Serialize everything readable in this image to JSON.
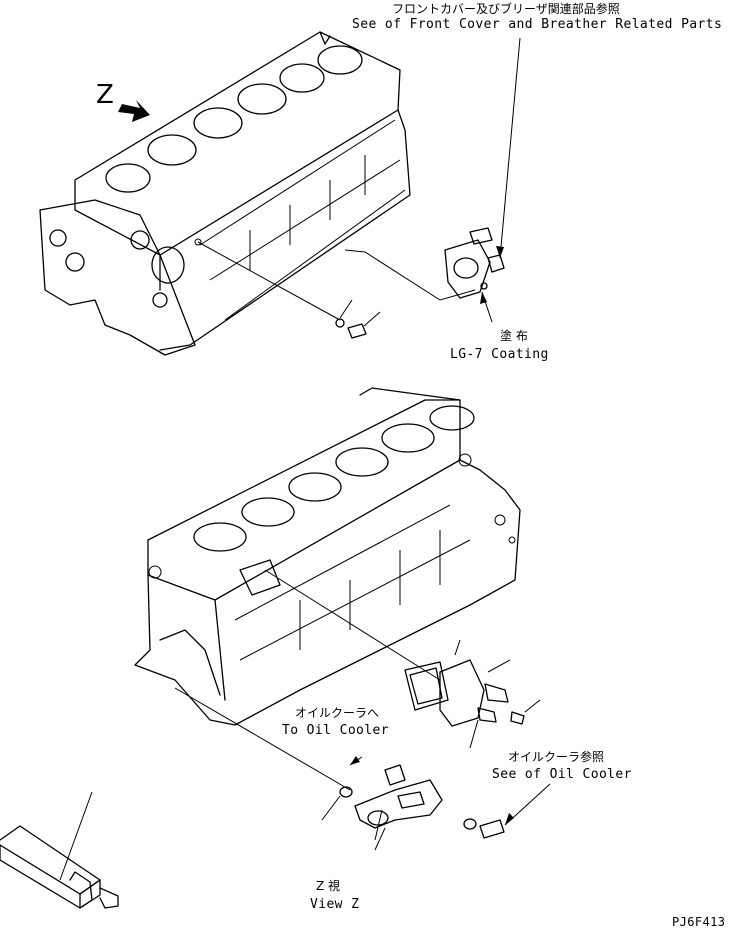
{
  "labels": {
    "front_cover_jp": "フロントカバー及びブリーザ関連部品参照",
    "front_cover_en": "See of Front Cover and Breather Related Parts",
    "z_mark": "Z",
    "coating_jp": "塗 布",
    "coating_en": "LG-7 Coating",
    "to_cooler_jp": "オイルクーラへ",
    "to_cooler_en": "To Oil Cooler",
    "see_cooler_jp": "オイルクーラ参照",
    "see_cooler_en": "See of Oil Cooler",
    "view_jp": "Z 視",
    "view_en": "View Z",
    "drawing_code": "PJ6F413"
  }
}
